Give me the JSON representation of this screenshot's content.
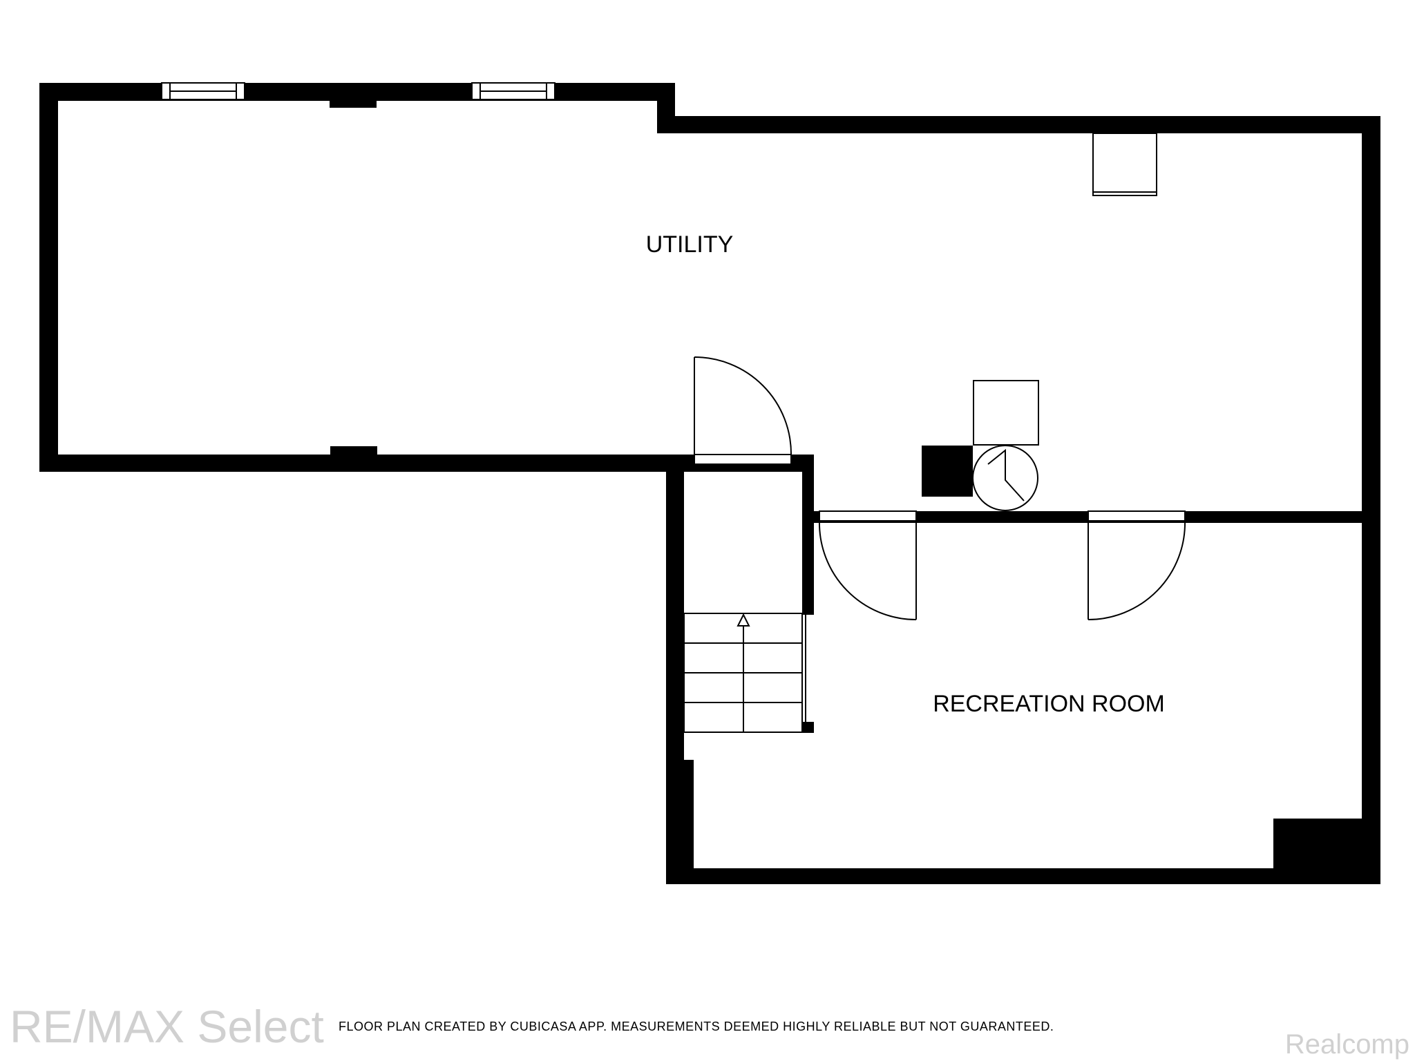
{
  "rooms": {
    "utility": "UTILITY",
    "recreation": "RECREATION ROOM"
  },
  "footer": {
    "note": "FLOOR PLAN CREATED BY CUBICASA APP. MEASUREMENTS DEEMED HIGHLY RELIABLE BUT NOT GUARANTEED."
  },
  "watermarks": {
    "left": "RE/MAX Select",
    "right": "Realcomp"
  },
  "colors": {
    "wall": "#000000",
    "background": "#ffffff",
    "watermark": "#c8c8c8"
  }
}
